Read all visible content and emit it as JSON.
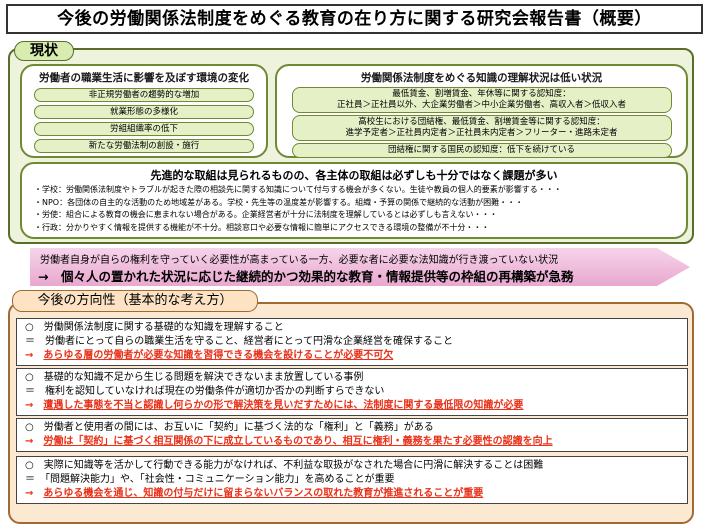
{
  "title": "今後の労働関係法制度をめぐる教育の在り方に関する研究会報告書（概要）",
  "status": {
    "tab_label": "現状",
    "left": {
      "heading": "労働者の職業生活に影響を及ぼす環境の変化",
      "items": [
        "非正規労働者の趨勢的な増加",
        "就業形態の多様化",
        "労組組織率の低下",
        "新たな労働法制の創設・施行"
      ]
    },
    "right": {
      "heading": "労働関係法制度をめぐる知識の理解状況は低い状況",
      "blocks": [
        [
          "最低賃金、割増賃金、年休等に関する認知度：",
          "正社員＞正社員以外、大企業労働者＞中小企業労働者、高収入者＞低収入者"
        ],
        [
          "高校生における団結権、最低賃金、割増賃金等に関する認知度：",
          "進学予定者＞正社員内定者＞正社員未内定者＞フリーター・進路未定者"
        ],
        [
          "団結権に関する国民の認知度：低下を続けている"
        ]
      ]
    },
    "bottom": {
      "heading": "先進的な取組は見られるものの、各主体の取組は必ずしも十分ではなく課題が多い",
      "details": [
        "・学校：労働関係法制度やトラブルが起きた際の相談先に関する知識について付与する機会が多くない。生徒や教員の個人的要素が影響する・・・",
        "・NPO：各団体の自主的な活動のため地域差がある。学校・先生等の温度差が影響する。組織・予算の関係で継続的な活動が困難・・・",
        "・労使：組合による教育の機会に恵まれない場合がある。企業経営者が十分に法制度を理解しているとは必ずしも言えない・・・",
        "・行政：分かりやすく情報を提供する機能が不十分。相談窓口や必要な情報に簡単にアクセスできる環境の整備が不十分・・・"
      ]
    }
  },
  "arrow": {
    "line1": "労働者自身が自らの権利を守っていく必要性が高まっている一方、必要な者に必要な法知識が行き渡っていない状況",
    "line2": "→　個々人の置かれた状況に応じた継続的かつ効果的な教育・情報提供等の枠組の再構築が急務"
  },
  "direction": {
    "tab_label": "今後の方向性（基本的な考え方）",
    "items": [
      {
        "l1": "○　労働関係法制度に関する基礎的な知識を理解すること",
        "l2": "＝　労働者にとって自らの職業生活を守ること、経営者にとって円滑な企業経営を確保すること",
        "arrow": "→　",
        "em": "あらゆる層の労働者が必要な知識を習得できる機会を設けることが必要不可欠"
      },
      {
        "l1": "○　基礎的な知識不足から生じる問題を解決できないまま放置している事例",
        "l2": "＝　権利を認知していなければ現在の労働条件が適切か否かの判断すらできない",
        "arrow": "→　",
        "em": "遭遇した事態を不当と認識し何らかの形で解決策を見いだすためには、法制度に関する最低限の知識が必要"
      },
      {
        "l1": "○　労働者と使用者の間には、お互いに「契約」に基づく法的な「権利」と「義務」がある",
        "l2": "",
        "arrow": "→　",
        "em": "労働は「契約」に基づく相互関係の下に成立しているものであり、相互に権利・義務を果たす必要性の認識を向上"
      },
      {
        "l1": "○　実際に知識等を活かして行動できる能力がなければ、不利益な取扱がなされた場合に円滑に解決することは困難",
        "l2": "＝　「問題解決能力」や、「社会性・コミュニケーション能力」を高めることが重要",
        "arrow": "→　",
        "em": "あらゆる機会を通じ、知識の付与だけに留まらないバランスの取れた教育が推進されることが重要"
      }
    ]
  }
}
